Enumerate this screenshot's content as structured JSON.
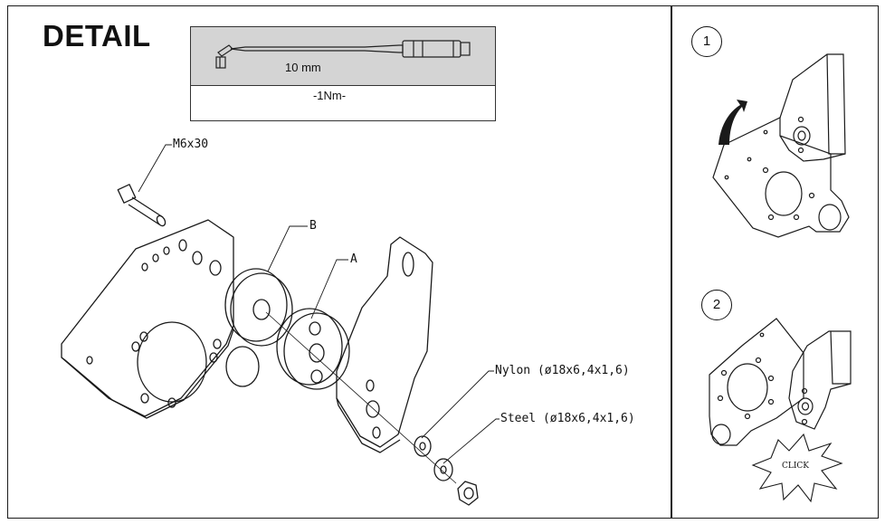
{
  "title": "DETAIL",
  "torque": {
    "size": "10 mm",
    "value": "-1Nm-"
  },
  "callouts": {
    "bolt": "M6x30",
    "part_b": "B",
    "part_a": "A",
    "nylon": "Nylon (ø18x6,4x1,6)",
    "steel": "Steel (ø18x6,4x1,6)"
  },
  "steps": [
    {
      "number": "1"
    },
    {
      "number": "2",
      "badge": "CLICK"
    }
  ]
}
